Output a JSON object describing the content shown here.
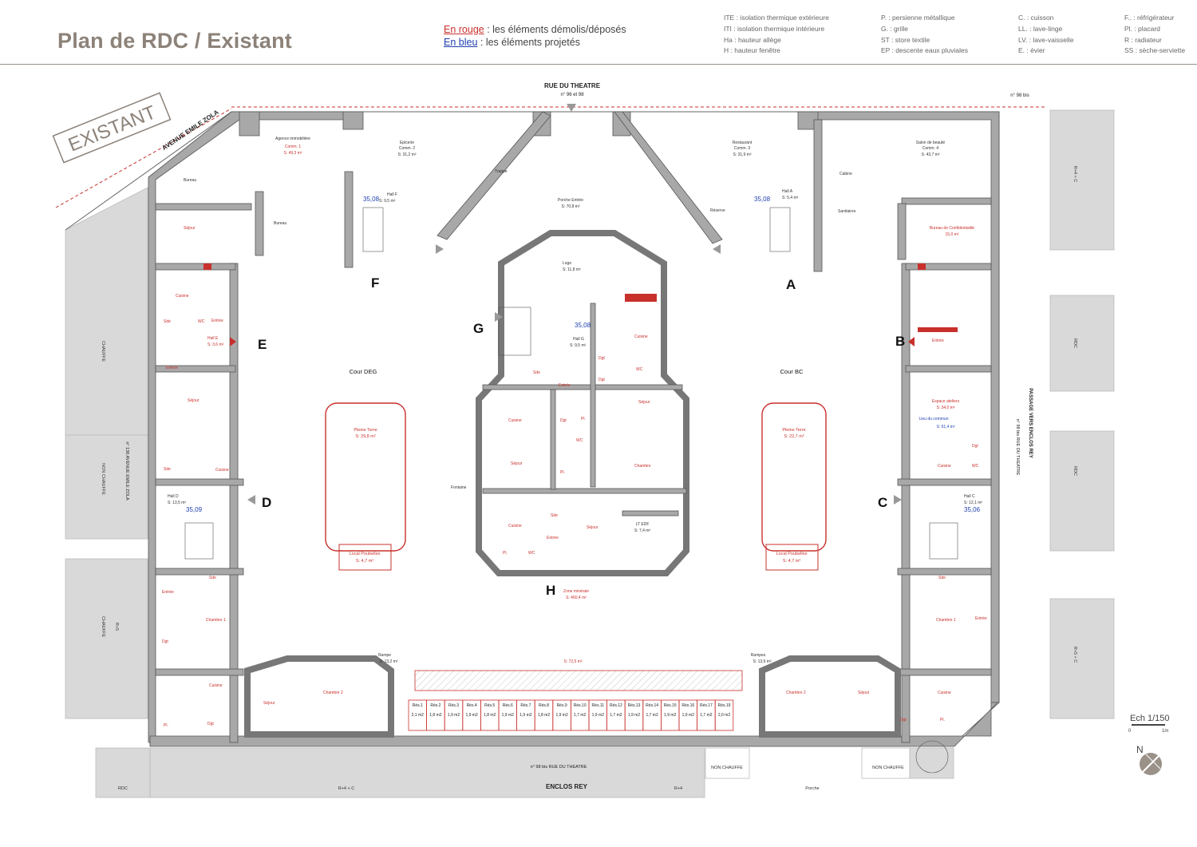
{
  "header": {
    "title": "Plan de RDC / Existant",
    "legend_red_key": "En rouge",
    "legend_red_text": " : les éléments démolis/déposés",
    "legend_blue_key": "En bleu",
    "legend_blue_text": " : les éléments projetés",
    "abbreviations": [
      [
        "ITE : isolation thermique extérieure",
        "ITI : isolation thermique intérieure",
        "Ha : hauteur allège",
        "H : hauteur fenêtre"
      ],
      [
        "P. : persienne métallique",
        "G. : grille",
        "ST : store textile",
        "EP : descente eaux pluviales"
      ],
      [
        "C. : cuisson",
        "LL. : lave-linge",
        "LV. : lave-vaisselle",
        "E. : évier"
      ],
      [
        "F.. : réfrigérateur",
        "Pl. : placard",
        "R : radiateur",
        "SS : sèche-serviette"
      ]
    ]
  },
  "colors": {
    "title": "#8c8279",
    "walls": "#7a7a7a",
    "demolished": "#c8302c",
    "projected": "#1f3fb0",
    "neighbors": "#d9d9d9"
  },
  "stamp": "EXISTANT",
  "streets": {
    "north": "RUE DU THEATRE",
    "north_numbers": "n° 96 et 98",
    "north_east": "n° 98 bis",
    "west_diag": "AVENUE EMILE ZOLA",
    "south": "ENCLOS REY",
    "south_numbers": "n° 98 bis RUE DU THEATRE",
    "east": "PASSAGE VERS ENCLOS REY",
    "east_numbers": "n° 98 bis RUE DU THEATRE",
    "west_numbers": "n° 136 AVENUE EMILE ZOLA"
  },
  "neighbors": {
    "west": [
      "CHAUFFE",
      "NON CHAUFFE",
      "CHAUFFE",
      "R+5"
    ],
    "east": [
      "R+4 + C",
      "RDC",
      "RDC",
      "R+5 + C"
    ],
    "south": [
      "RDC",
      "R+4 + C",
      "R+4",
      "NON CHAUFFE",
      "NON CHAUFFE",
      "Porche"
    ]
  },
  "halls": {
    "A": "A",
    "B": "B",
    "C": "C",
    "D": "D",
    "E": "E",
    "F": "F",
    "G": "G",
    "H": "H"
  },
  "levels": [
    "35,08",
    "35,08",
    "35,08",
    "35,09",
    "35,06"
  ],
  "courts": [
    {
      "name": "Cour DEG",
      "bed": "Pleine Terre",
      "area": "S: 29,8 m²",
      "bins": "Local Poubelles",
      "bins_area": "S: 4,7 m²"
    },
    {
      "name": "Cour BC",
      "bed": "Pleine Terre",
      "area": "S: 22,7 m²",
      "bins": "Local Poubelles",
      "bins_area": "S: 4,7 m²"
    }
  ],
  "rooms": {
    "porche": "Porche Entrée",
    "porche_area": "S: 70,8 m²",
    "agence": "Agence immobilière",
    "agence_sub": "Comm. 1",
    "agence_area": "S: 49,3 m²",
    "epicerie": "Epicerie",
    "epicerie_sub": "Comm. 2",
    "epicerie_area": "S: 31,2 m²",
    "restaurant": "Restaurant",
    "restaurant_sub": "Comm. 3",
    "restaurant_area": "S: 31,9 m²",
    "salon": "Salon de beauté",
    "salon_sub": "Comm. 4",
    "salon_area": "S: 43,7 m²",
    "hallF": "Hall F",
    "hallF_area": "S: 9,5 m²",
    "hallA": "Hall A",
    "hallA_area": "S: 5,4 m²",
    "hallG": "Hall G",
    "hallG_area": "S: 9,5 m²",
    "hallD": "Hall D",
    "hallD_area": "S: 13,5 m²",
    "hallC": "Hall C",
    "hallC_area": "S: 12,1 m²",
    "hallE": "Hall E",
    "hallE_area": "S: 3,6 m²",
    "loge": "Loge",
    "loge_area": "S: 11,8 m²",
    "espace": "Espace ateliers",
    "espace_area": "S: 34,0 m²",
    "commun": "Lieu du commun",
    "commun_area": "S: 61,4 m²",
    "bureau_conf": "Bureau de Confidentialité",
    "bureau_conf_area": "15,0 m²",
    "lt_edf": "LT EDF",
    "lt_edf_area": "S: 7,4 m²",
    "zone": "Zone minérale",
    "zone_area": "S: 460,4 m²",
    "zone2_area": "S: 72,5 m²",
    "rampe_w": "Rampe",
    "rampe_w_area": "S: 13,2 m²",
    "rampe_e": "Rampes",
    "rampe_e_area": "S: 13,9 m²",
    "sejour": "Séjour",
    "cuisine": "Cuisine",
    "chambre": "Chambre",
    "chambre1": "Chambre 1",
    "chambre2": "Chambre 2",
    "entree": "Entrée",
    "sde": "Sde",
    "wc": "WC",
    "dgt": "Dgt",
    "pl": "Pl.",
    "bureau": "Bureau",
    "sanitaires": "Sanitaires",
    "cabine": "Cabine",
    "trappe": "Trappe",
    "reserve": "Réserve",
    "fontaine": "Fontaine"
  },
  "reserves": [
    "Rés.1",
    "Rés.2",
    "Rés.3",
    "Rés.4",
    "Rés.5",
    "Rés.6",
    "Rés.7",
    "Rés.8",
    "Rés.9",
    "Rés.10",
    "Rés.11",
    "Rés.12",
    "Rés.13",
    "Rés.14",
    "Rés.15",
    "Rés.16",
    "Rés.17",
    "Rés.19"
  ],
  "reserve_areas": [
    "2,1 m2",
    "1,8 m2",
    "1,9 m2",
    "1,9 m2",
    "1,8 m2",
    "1,9 m2",
    "1,9 m2",
    "1,8 m2",
    "1,9 m2",
    "1,7 m2",
    "1,9 m2",
    "1,7 m2",
    "1,9 m2",
    "1,7 m2",
    "1,9 m2",
    "1,9 m2",
    "1,7 m2",
    "2,0 m2"
  ],
  "scale": {
    "label": "Ech 1/150",
    "zero": "0",
    "one": "1m"
  },
  "north_label": "N"
}
